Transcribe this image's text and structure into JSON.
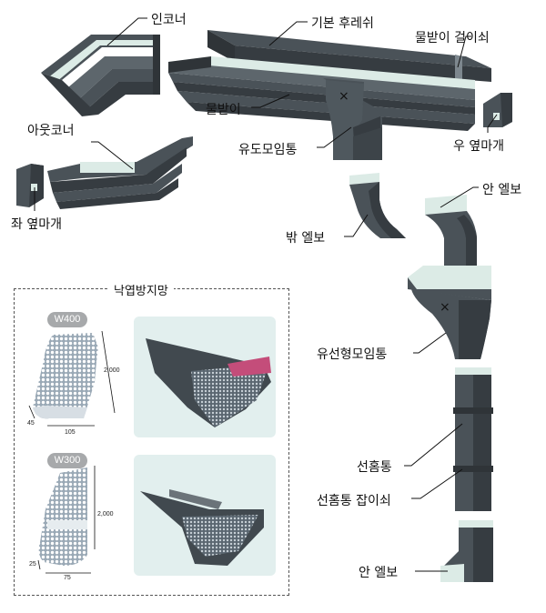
{
  "labels": {
    "inner_corner": "인코너",
    "base_hanger": "기본 후레쉬",
    "gutter_hook": "물받이 걸이쇠",
    "gutter": "물받이",
    "outer_corner": "아웃코너",
    "drop_outlet": "유도모임통",
    "right_end_cap": "우 옆마개",
    "left_end_cap": "좌 옆마개",
    "outer_elbow": "밖 엘보",
    "inner_elbow_top": "안 엘보",
    "funnel_outlet": "유선형모임통",
    "downpipe": "선홈통",
    "downpipe_bracket": "선홈통 잡이쇠",
    "inner_elbow_bottom": "안 엘보"
  },
  "leaf_guard": {
    "title": "낙엽방지망",
    "w400": {
      "badge": "W400",
      "length": "2,000",
      "width": "105",
      "depth": "45"
    },
    "w300": {
      "badge": "W300",
      "length": "2,000",
      "width": "75",
      "depth": "25"
    }
  },
  "colors": {
    "metal": "#4a5258",
    "metal_dark": "#363c41",
    "metal_light": "#5d666c",
    "inner": "#dcebe6",
    "pane": "#e2efee"
  }
}
